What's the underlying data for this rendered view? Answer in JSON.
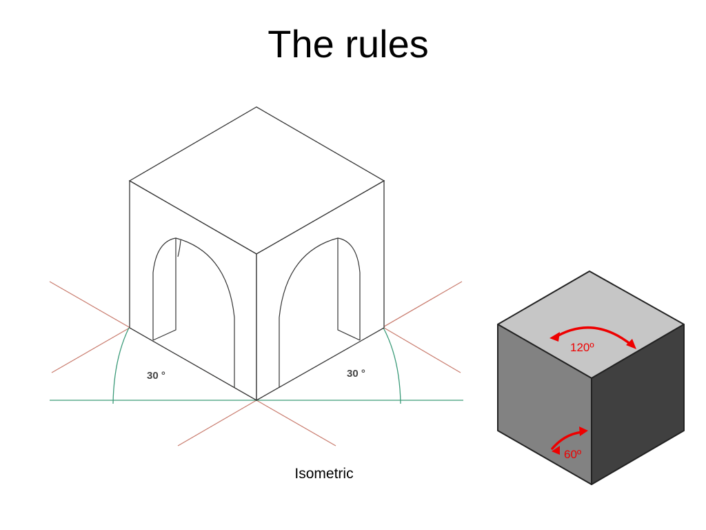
{
  "slide": {
    "title": "The rules"
  },
  "diagram": {
    "angle_left_label": "30 °",
    "angle_right_label": "30 °",
    "caption": "Isometric"
  },
  "shaded_cube": {
    "top_angle_label": "120º",
    "side_angle_label": "60º"
  },
  "colors": {
    "construction_lines": "#c87a6c",
    "baseline": "#3a9a78",
    "arrows": "#ee0000",
    "cube_top": "#c6c6c6",
    "cube_left": "#828282",
    "cube_right": "#404040"
  }
}
